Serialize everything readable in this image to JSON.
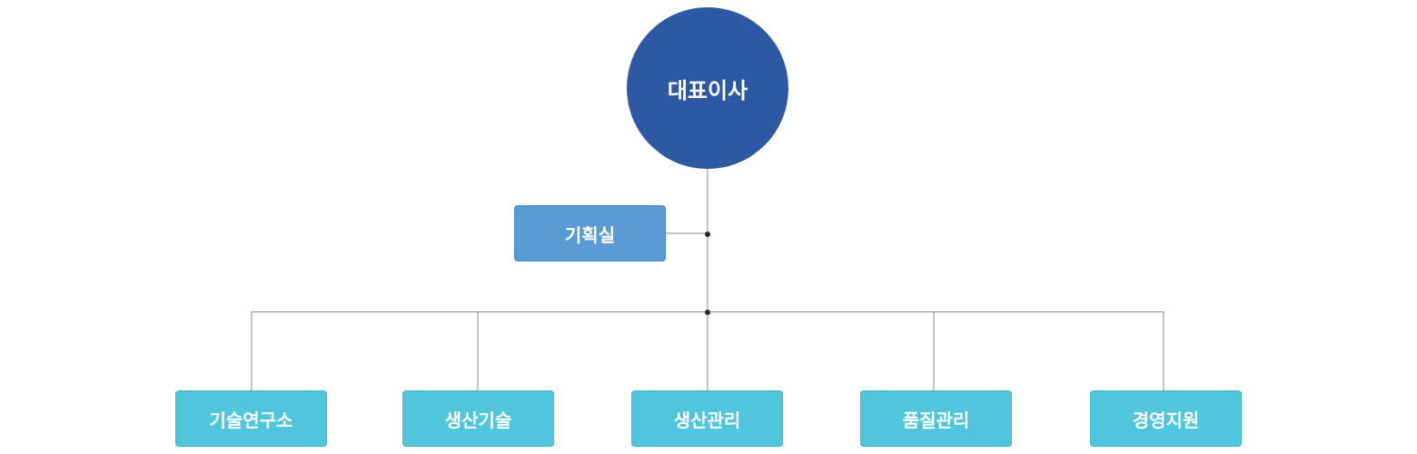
{
  "chart": {
    "ceo": {
      "label": "대표이사",
      "color": "#2d58a4"
    },
    "staff": {
      "label": "기획실",
      "color": "#5b9bd5"
    },
    "departments": [
      {
        "label": "기술연구소"
      },
      {
        "label": "생산기술"
      },
      {
        "label": "생산관리"
      },
      {
        "label": "품질관리"
      },
      {
        "label": "경영지원"
      }
    ],
    "department_color": "#4fc6dc",
    "connector_color": "#888888",
    "junction_color": "#1f2a3c"
  }
}
